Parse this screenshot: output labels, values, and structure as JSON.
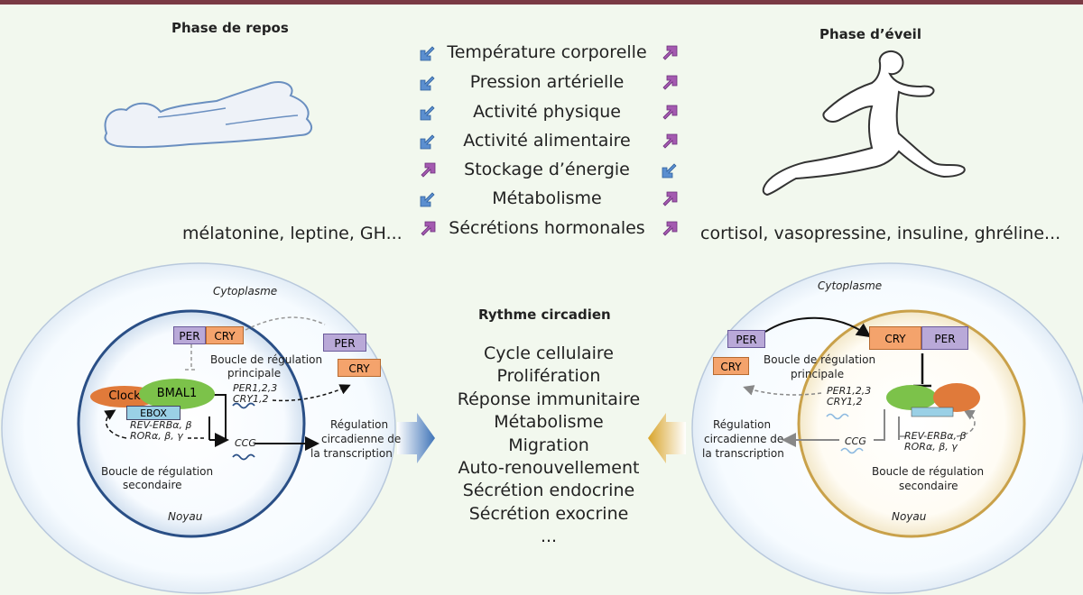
{
  "colors": {
    "background": "#f2f8ee",
    "top_bar": "#7a3a44",
    "arrow_down": "#5b8fd0",
    "arrow_up": "#a45ab0",
    "nucleus_left": "#2a4f86",
    "nucleus_right": "#c9a14a",
    "per_box": "#b9a9d8",
    "cry_box": "#f4a36c",
    "clock": "#e07a3a",
    "bmal1": "#7cc24a",
    "ebox": "#9ad0e6"
  },
  "rest_phase": {
    "title": "Phase de repos",
    "hormones": "mélatonine, leptine, GH..."
  },
  "wake_phase": {
    "title": "Phase d’éveil",
    "hormones": "cortisol, vasopressine, insuline, ghréline..."
  },
  "parameters": [
    {
      "label": "Température corporelle",
      "rest": "down-arrow-icon",
      "wake": "up-arrow-icon"
    },
    {
      "label": "Pression artérielle",
      "rest": "down-arrow-icon",
      "wake": "up-arrow-icon"
    },
    {
      "label": "Activité physique",
      "rest": "down-arrow-icon",
      "wake": "up-arrow-icon"
    },
    {
      "label": "Activité alimentaire",
      "rest": "down-arrow-icon",
      "wake": "up-arrow-icon"
    },
    {
      "label": "Stockage d’énergie",
      "rest": "up-arrow-icon",
      "wake": "down-arrow-icon"
    },
    {
      "label": "Métabolisme",
      "rest": "down-arrow-icon",
      "wake": "up-arrow-icon"
    },
    {
      "label": "Sécrétions hormonales",
      "rest": "up-arrow-icon",
      "wake": "up-arrow-icon"
    }
  ],
  "circadian": {
    "title": "Rythme circadien",
    "items": [
      "Cycle cellulaire",
      "Prolifération",
      "Réponse immunitaire",
      "Métabolisme",
      "Migration",
      "Auto-renouvellement",
      "Sécrétion endocrine",
      "Sécrétion exocrine",
      "..."
    ]
  },
  "cell_left": {
    "cytoplasm": "Cytoplasme",
    "nucleus": "Noyau",
    "per": "PER",
    "cry": "CRY",
    "clock": "Clock",
    "bmal1": "BMAL1",
    "ebox": "EBOX",
    "main_loop_1": "Boucle de régulation",
    "main_loop_2": "principale",
    "genes_1": "PER1,2,3",
    "genes_2": "CRY1,2",
    "rev_1": "REV-ERBα, β",
    "rev_2": "RORα, β, γ",
    "ccg": "CCG",
    "secondary_1": "Boucle de régulation",
    "secondary_2": "secondaire",
    "regulation_1": "Régulation",
    "regulation_2": "circadienne de",
    "regulation_3": "la transcription"
  },
  "cell_right": {
    "cytoplasm": "Cytoplasme",
    "nucleus": "Noyau",
    "per": "PER",
    "cry": "CRY",
    "main_loop_1": "Boucle de régulation",
    "main_loop_2": "principale",
    "genes_1": "PER1,2,3",
    "genes_2": "CRY1,2",
    "rev_1": "REV-ERBα, β",
    "rev_2": "RORα, β, γ",
    "ccg": "CCG",
    "secondary_1": "Boucle de régulation",
    "secondary_2": "secondaire",
    "regulation_1": "Régulation",
    "regulation_2": "circadienne de",
    "regulation_3": "la transcription"
  }
}
